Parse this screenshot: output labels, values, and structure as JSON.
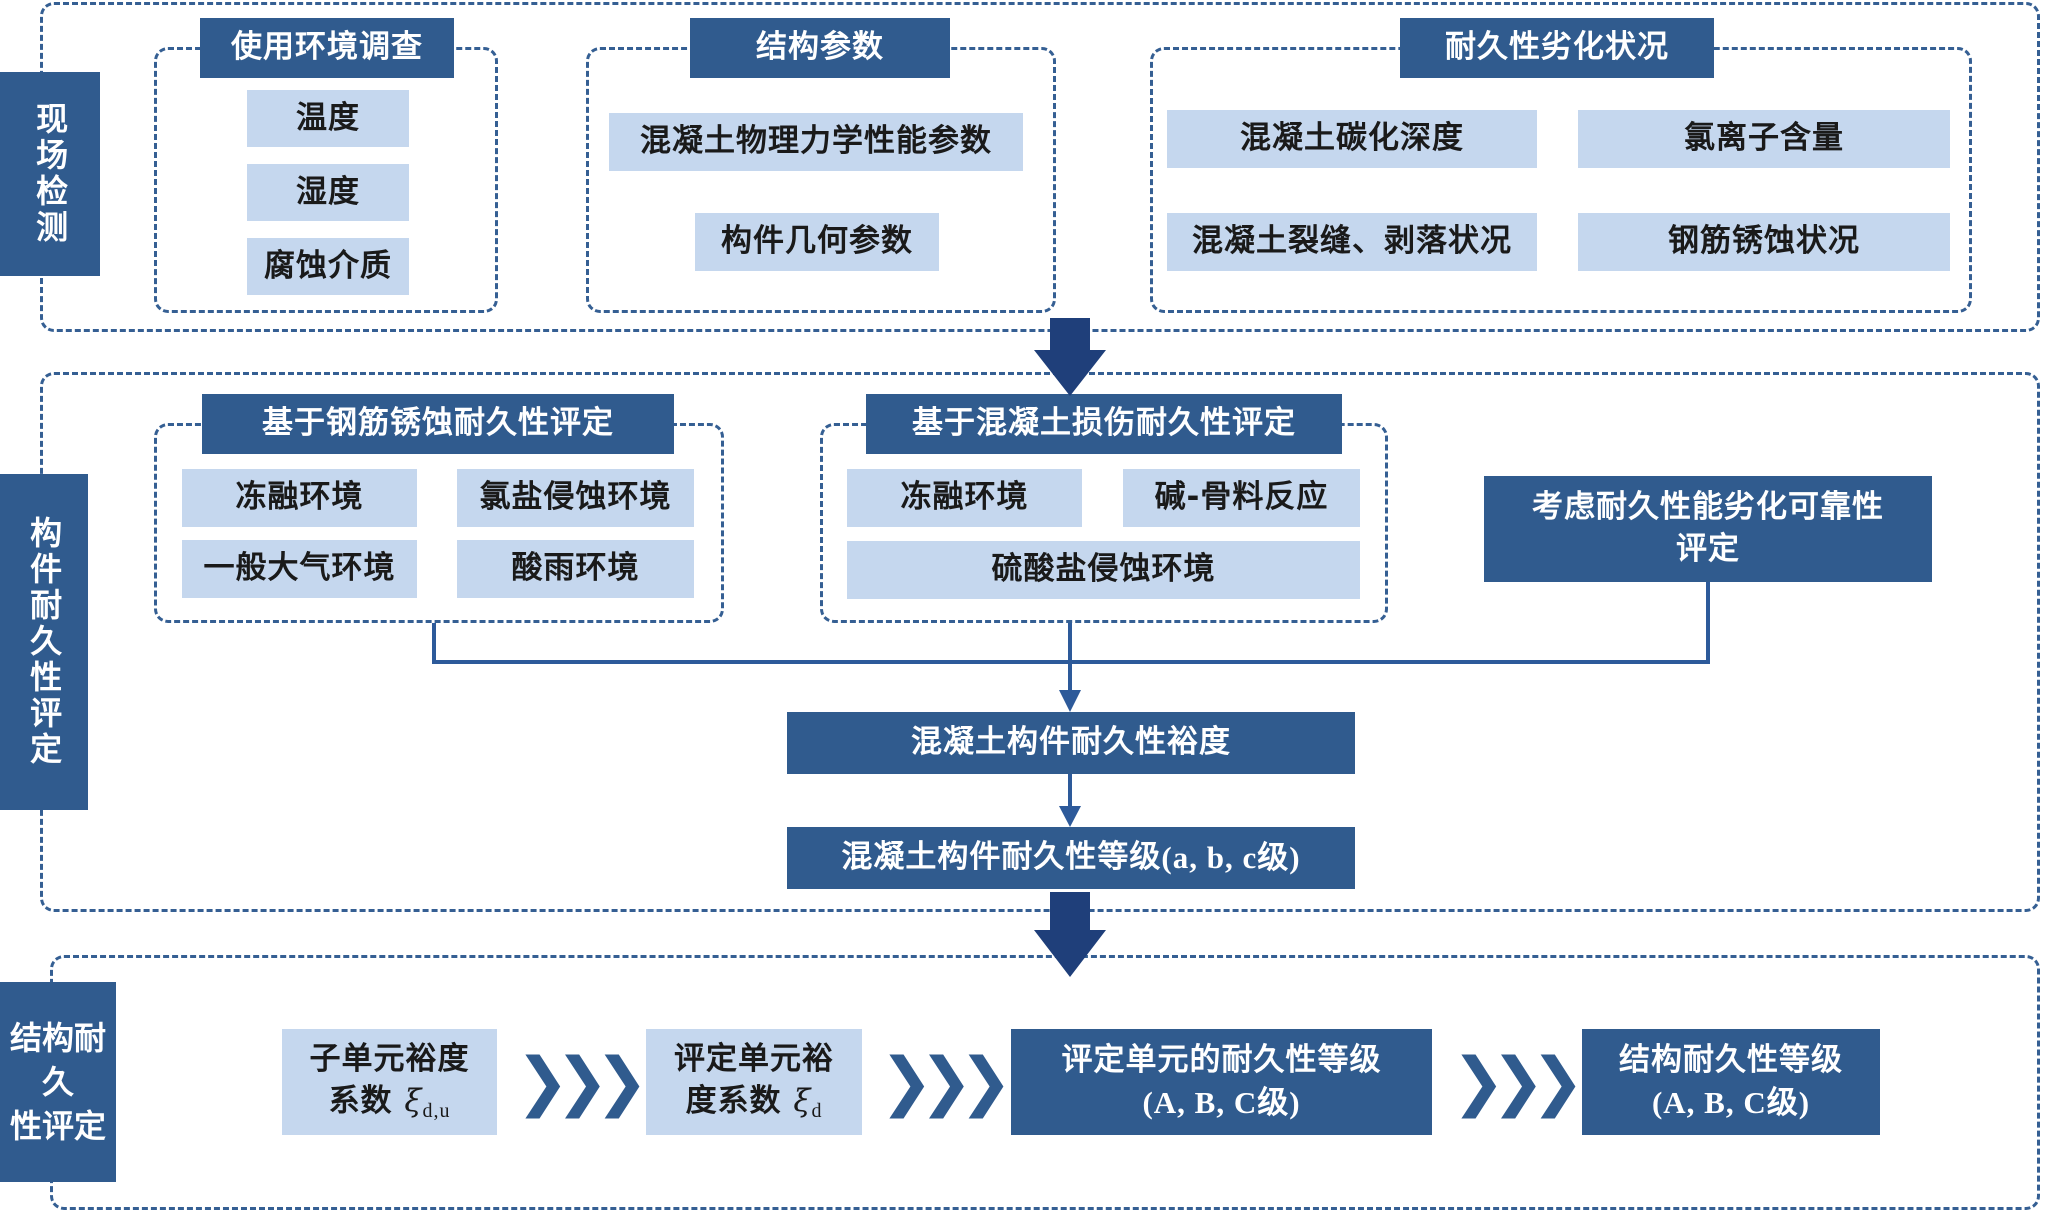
{
  "section1": {
    "label": "现场检测",
    "survey": {
      "title": "使用环境调查",
      "items": [
        "温度",
        "湿度",
        "腐蚀介质"
      ]
    },
    "structure": {
      "title": "结构参数",
      "items": [
        "混凝土物理力学性能参数",
        "构件几何参数"
      ]
    },
    "degradation": {
      "title": "耐久性劣化状况",
      "items": [
        "混凝土碳化深度",
        "氯离子含量",
        "混凝土裂缝、剥落状况",
        "钢筋锈蚀状况"
      ]
    }
  },
  "section2": {
    "label": "构件耐久性评定",
    "rebar": {
      "title": "基于钢筋锈蚀耐久性评定",
      "items": [
        "冻融环境",
        "氯盐侵蚀环境",
        "一般大气环境",
        "酸雨环境"
      ]
    },
    "concrete": {
      "title": "基于混凝土损伤耐久性评定",
      "items": [
        "冻融环境",
        "碱-骨料反应",
        "硫酸盐侵蚀环境"
      ]
    },
    "reliability": "考虑耐久性能劣化可靠性\n评定",
    "margin": "混凝土构件耐久性裕度",
    "grade": "混凝土构件耐久性等级",
    "grade_suffix": "(a, b, c级)"
  },
  "section3": {
    "label": "结构耐久\n性评定",
    "steps": [
      {
        "line1": "子单元裕度",
        "line2": "系数 ",
        "symbol": "ξ",
        "subscript": "d,u"
      },
      {
        "line1": "评定单元裕",
        "line2": "度系数 ",
        "symbol": "ξ",
        "subscript": "d"
      },
      {
        "line1": "评定单元的耐久性等级",
        "line2": "(A, B, C级)"
      },
      {
        "line1": "结构耐久性等级",
        "line2": "(A, B, C级)"
      }
    ]
  },
  "colors": {
    "dark_box": "#305b8e",
    "light_box": "#c5d7ee",
    "border": "#355f93",
    "connector": "#2d5a9a",
    "big_arrow": "#1f3f7a"
  }
}
